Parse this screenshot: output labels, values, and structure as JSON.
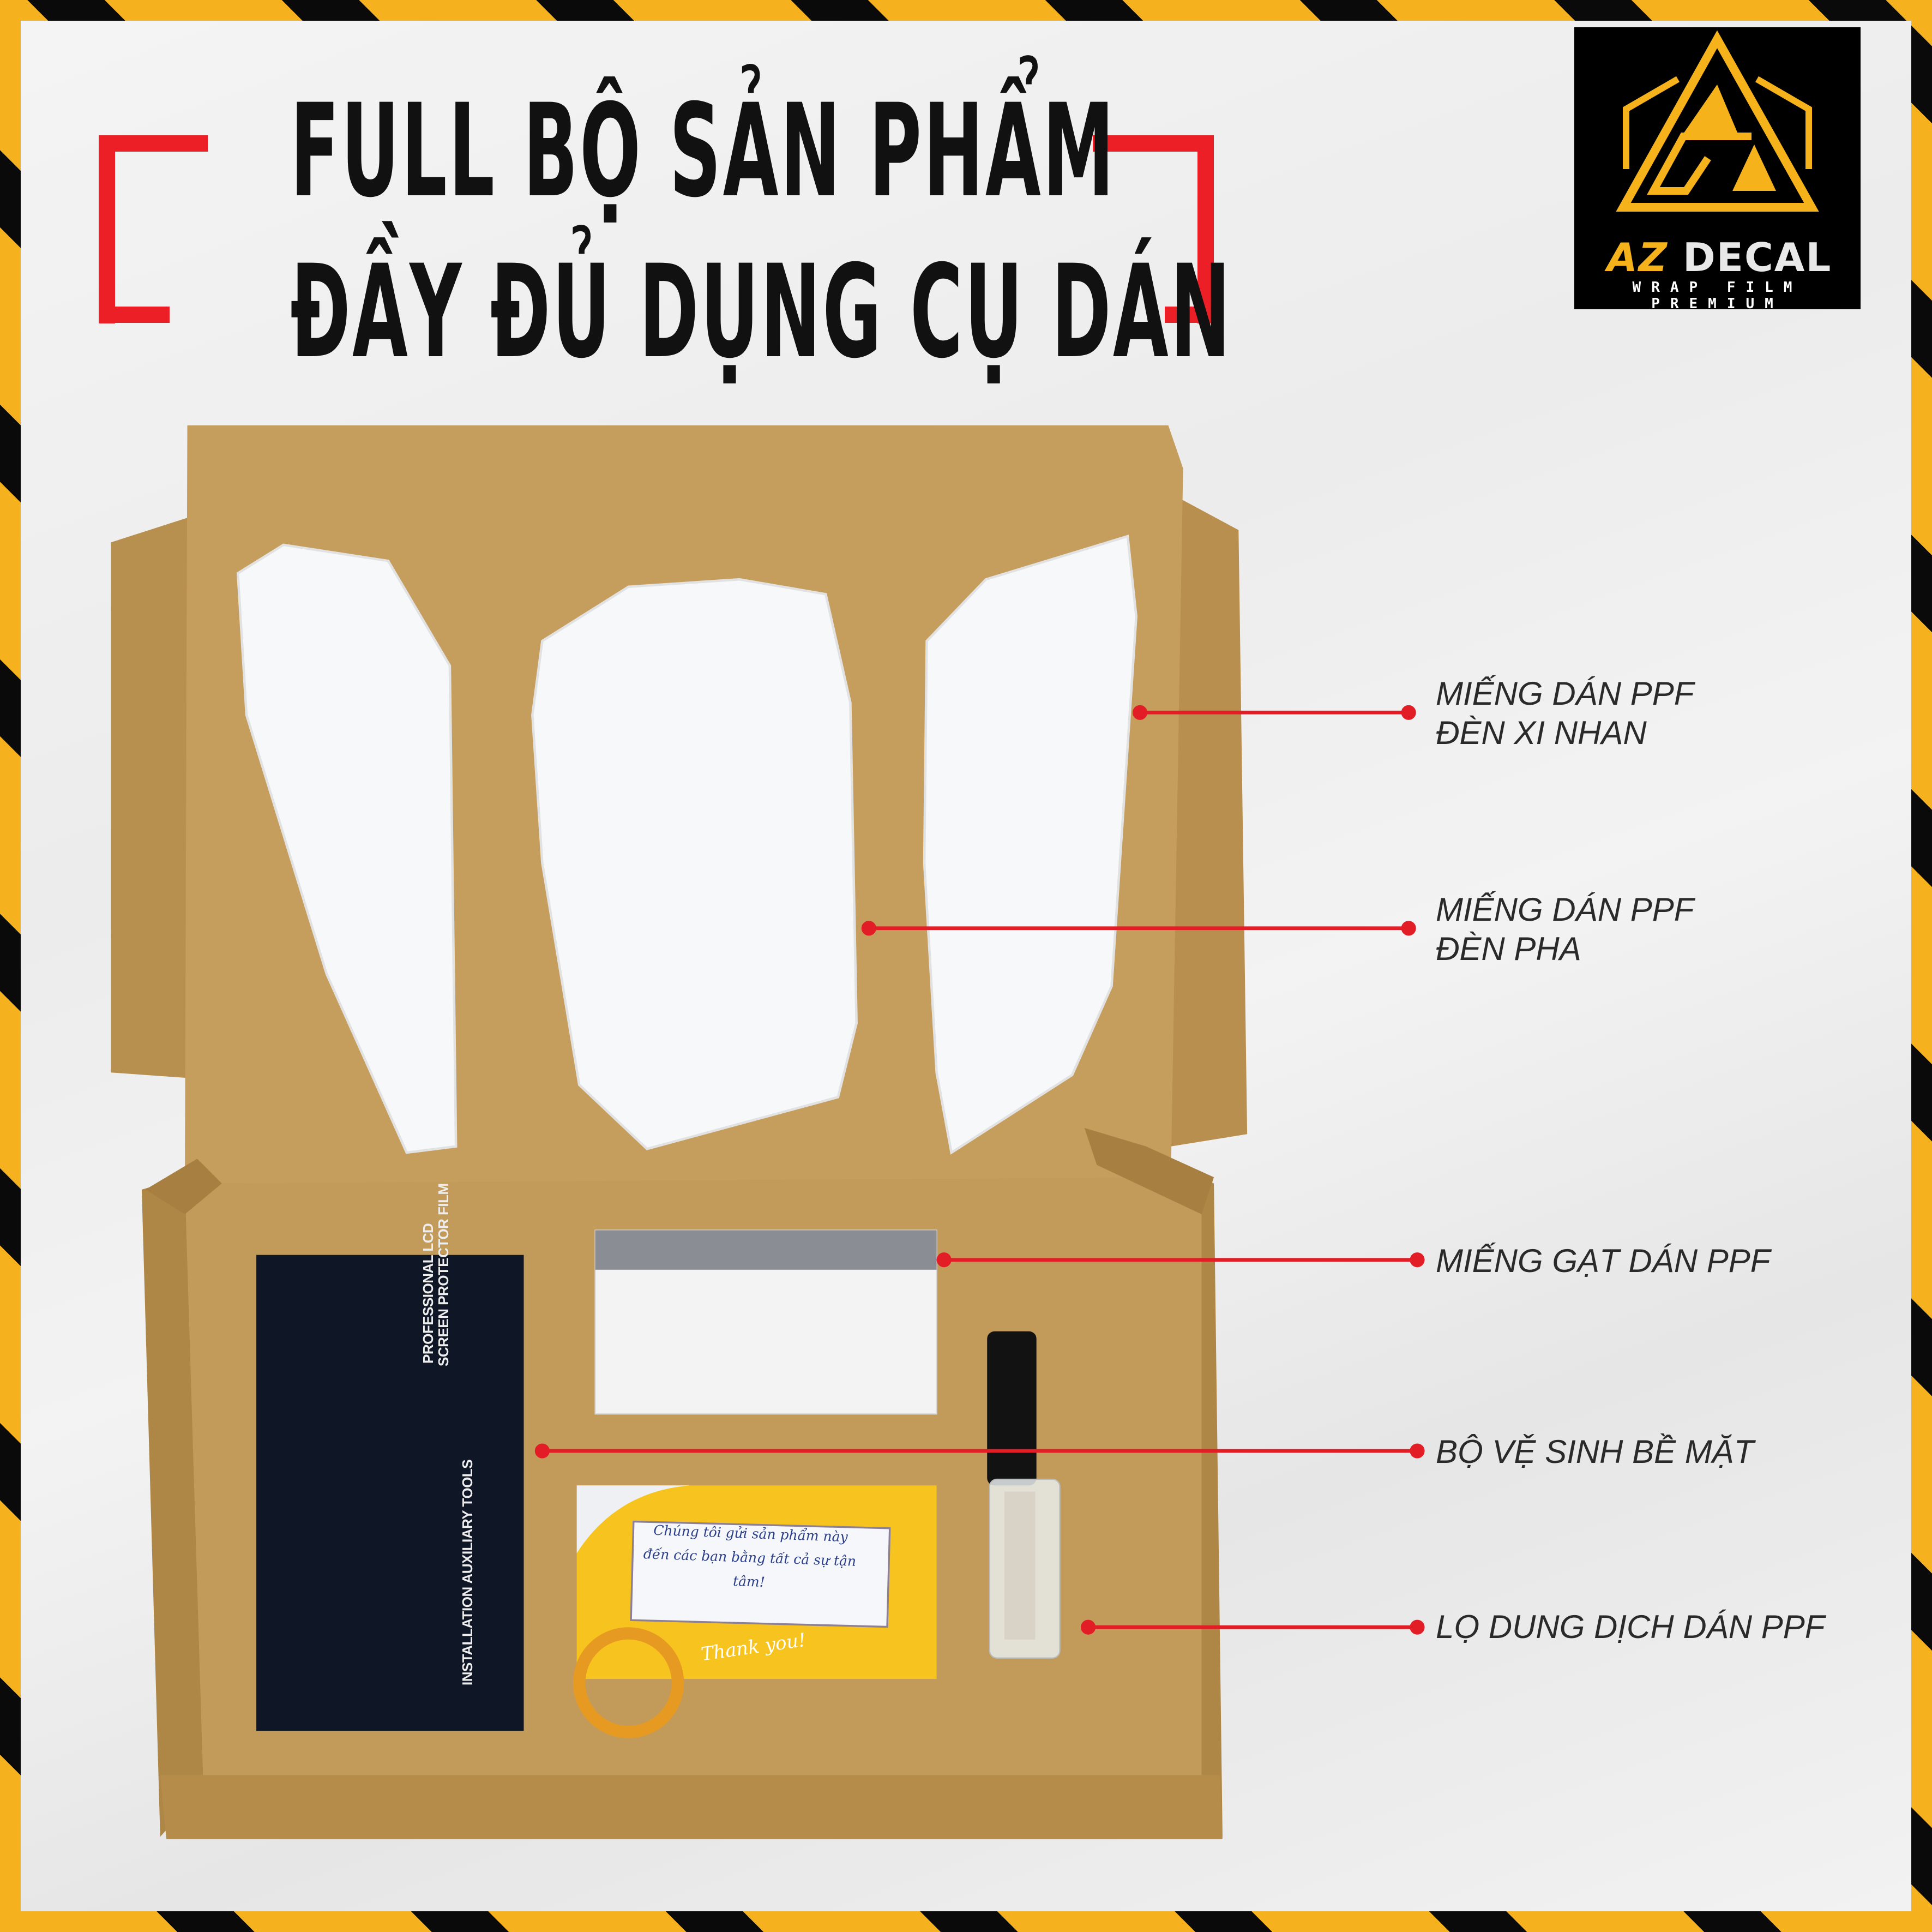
{
  "header": {
    "title_line1": "FULL BỘ SẢN PHẨM",
    "title_line2": "ĐẦY ĐỦ DỤNG CỤ DÁN"
  },
  "logo": {
    "brand_az": "AZ",
    "brand_decal": "DECAL",
    "tagline": "WRAP FILM PREMIUM"
  },
  "colors": {
    "accent_red": "#ec1f27",
    "stripe_yellow": "#f5b21e",
    "stripe_black": "#0a0a0a",
    "kraft": "#c09a5b",
    "logo_gold": "#f6b21b"
  },
  "callouts": [
    {
      "line1": "MIẾNG DÁN PPF",
      "line2": "ĐÈN XI NHAN"
    },
    {
      "line1": "MIẾNG DÁN PPF",
      "line2": "ĐÈN PHA"
    },
    {
      "line1": "MIẾNG GẠT DÁN PPF"
    },
    {
      "line1": "BỘ VỆ SINH BỀ MẶT"
    },
    {
      "line1": "LỌ DUNG DỊCH DÁN PPF"
    }
  ],
  "product_photo": {
    "pouch_line1": "PROFESSIONAL LCD",
    "pouch_line2": "SCREEN PROTECTOR FILM",
    "pouch_line3": "INSTALLATION  AUXILIARY TOOLS",
    "card_message": "Chúng tôi gửi sản phẩm này đến các bạn bằng tất cả sự tận tâm!",
    "card_thanks": "Thank you!"
  }
}
